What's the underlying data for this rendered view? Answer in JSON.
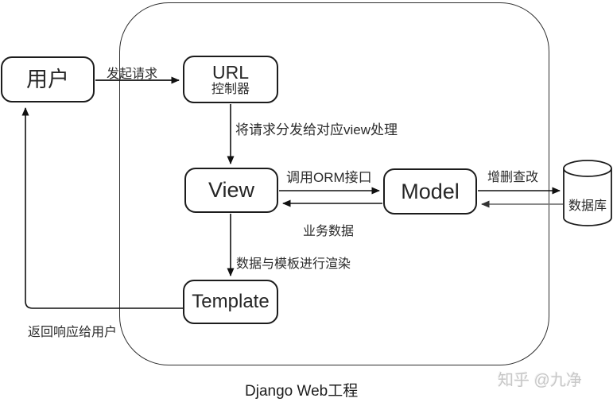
{
  "diagram": {
    "caption": "Django Web工程",
    "watermark": "知乎 @九净",
    "nodes": {
      "user": {
        "label": "用户"
      },
      "url": {
        "label": "URL",
        "sublabel": "控制器"
      },
      "view": {
        "label": "View"
      },
      "model": {
        "label": "Model"
      },
      "template": {
        "label": "Template"
      },
      "database": {
        "label": "数据库"
      }
    },
    "edges": {
      "user_to_url": {
        "label": "发起请求"
      },
      "url_to_view": {
        "label": "将请求分发给对应view处理"
      },
      "view_to_model": {
        "label": "调用ORM接口"
      },
      "model_to_view": {
        "label": "业务数据"
      },
      "model_to_db": {
        "label": "增删查改"
      },
      "view_to_template": {
        "label": "数据与模板进行渲染"
      },
      "template_to_user": {
        "label": "返回响应给用户"
      }
    },
    "colors": {
      "stroke": "#1c1c1c",
      "grey_edge": "#7a7a7a",
      "watermark": "#c7c7c7"
    }
  }
}
